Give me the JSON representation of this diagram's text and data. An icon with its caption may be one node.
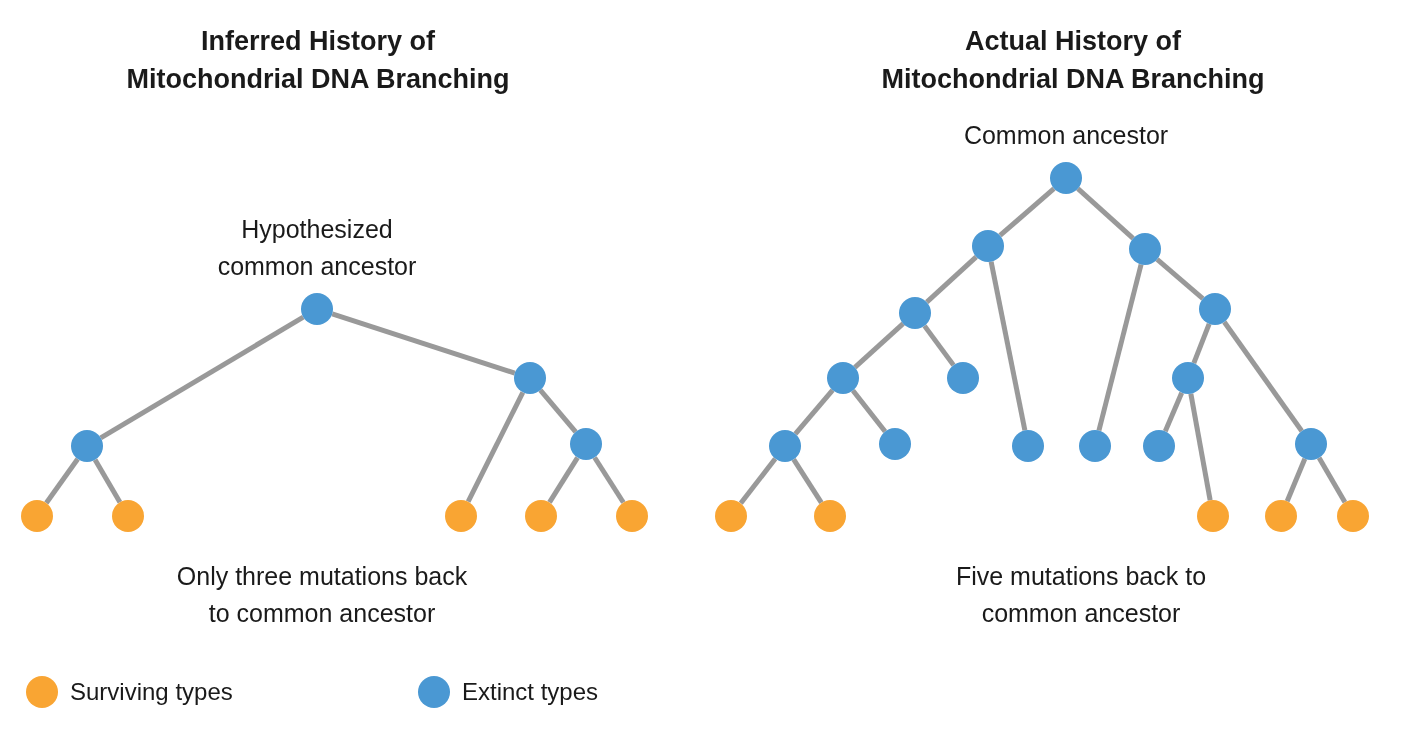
{
  "diagram": {
    "nodes": [
      {
        "text": [
          "Hypothesized common ancestor"
        ]
      },
      {
        "text": [],
        "shape": "circle"
      },
      {
        "text": [],
        "shape": "circle"
      },
      {
        "text": [],
        "shape": "circle"
      },
      {
        "text": [],
        "shape": "circle"
      },
      {
        "text": [],
        "shape": "circle"
      },
      {
        "text": [],
        "shape": "circle"
      },
      {
        "text": [],
        "shape": "circle"
      },
      {
        "text": [],
        "shape": "circle"
      },
      {
        "text": [
          "Common ancestor"
        ]
      },
      {
        "text": [],
        "shape": "circle"
      },
      {
        "text": [],
        "shape": "circle"
      },
      {
        "text": [],
        "shape": "circle"
      },
      {
        "text": [],
        "shape": "circle"
      },
      {
        "text": [],
        "shape": "circle"
      },
      {
        "text": [],
        "shape": "circle"
      },
      {
        "text": [],
        "shape": "circle"
      },
      {
        "text": [],
        "shape": "circle"
      },
      {
        "text": [],
        "shape": "circle"
      },
      {
        "text": [],
        "shape": "circle"
      },
      {
        "text": [],
        "shape": "circle"
      },
      {
        "text": [],
        "shape": "circle"
      },
      {
        "text": [],
        "shape": "circle"
      },
      {
        "text": [],
        "shape": "circle"
      },
      {
        "text": [],
        "shape": "circle"
      },
      {
        "text": [],
        "shape": "circle"
      },
      {
        "text": [],
        "shape": "circle"
      },
      {
        "text": [],
        "shape": "circle"
      }
    ],
    "edges": [
      {
        "from": 0,
        "to": 2,
        "arrow": "none"
      },
      {
        "from": 0,
        "to": 1,
        "arrow": "none"
      },
      {
        "from": 2,
        "to": 4,
        "arrow": "none"
      },
      {
        "from": 2,
        "to": 5,
        "arrow": "none"
      },
      {
        "from": 1,
        "to": 6,
        "arrow": "none"
      },
      {
        "from": 1,
        "to": 3,
        "arrow": "none"
      },
      {
        "from": 3,
        "to": 7,
        "arrow": "none"
      },
      {
        "from": 3,
        "to": 8,
        "arrow": "none"
      },
      {
        "from": 9,
        "to": 10,
        "arrow": "none"
      },
      {
        "from": 9,
        "to": 11,
        "arrow": "none"
      },
      {
        "from": 10,
        "to": 12,
        "arrow": "none"
      },
      {
        "from": 10,
        "to": 17,
        "arrow": "none"
      },
      {
        "from": 11,
        "to": 18,
        "arrow": "none"
      },
      {
        "from": 11,
        "to": 13,
        "arrow": "none"
      },
      {
        "from": 12,
        "to": 14,
        "arrow": "none"
      },
      {
        "from": 12,
        "to": 15,
        "arrow": "none"
      },
      {
        "from": 14,
        "to": 19,
        "arrow": "none"
      },
      {
        "from": 14,
        "to": 20,
        "arrow": "none"
      },
      {
        "from": 19,
        "to": 23,
        "arrow": "none"
      },
      {
        "from": 19,
        "to": 24,
        "arrow": "none"
      },
      {
        "from": 13,
        "to": 16,
        "arrow": "none"
      },
      {
        "from": 13,
        "to": 22,
        "arrow": "none"
      },
      {
        "from": 16,
        "to": 21,
        "arrow": "none"
      },
      {
        "from": 16,
        "to": 25,
        "arrow": "none"
      },
      {
        "from": 22,
        "to": 26,
        "arrow": "none"
      },
      {
        "from": 22,
        "to": 27,
        "arrow": "none"
      }
    ],
    "labels": [
      "Inferred History of Mitochondrial DNA Branching",
      "Actual History of Mitochondrial DNA Branching",
      "Only three mutations back to common ancestor",
      "Five mutations back to common ancestor"
    ],
    "legend": [
      {
        "text": "Surviving types",
        "color": "#f9a533"
      },
      {
        "text": "Extinct types",
        "color": "#4a98d3"
      }
    ]
  }
}
